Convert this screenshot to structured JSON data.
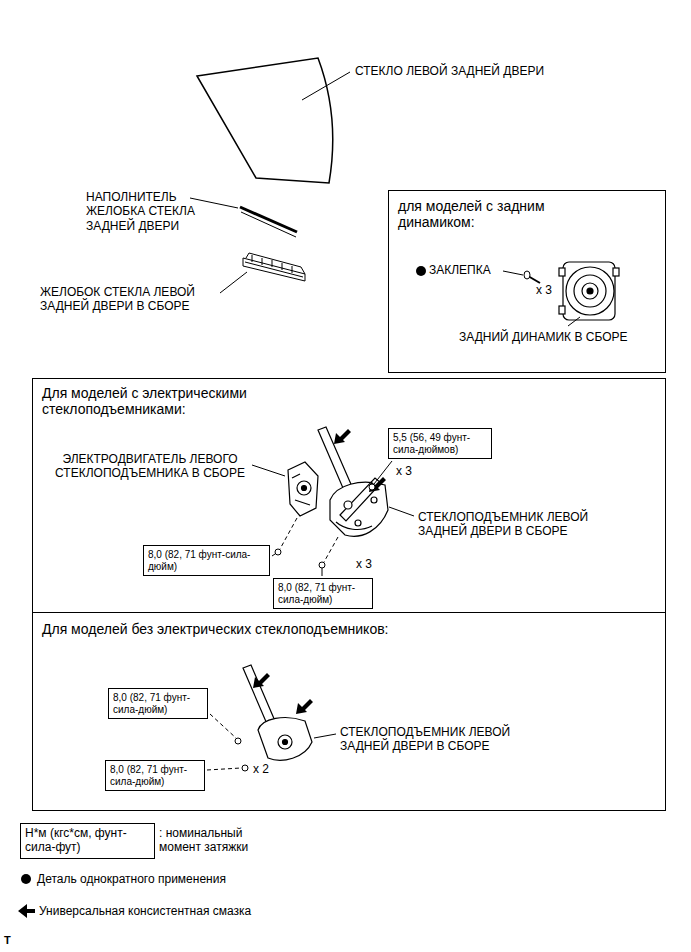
{
  "diagram": {
    "nodes": [
      {
        "text": [
          "для моделей с задним динамиком:"
        ]
      },
      {
        "text": [
          "Для моделей с электрическими стеклоподъемниками:"
        ]
      },
      {
        "text": [
          "5,5 (56, 49 фунт-сила-дюймов)"
        ],
        "in": 1
      },
      {
        "text": [
          "8,0 (82, 71 фунт-сила-дюйм)"
        ],
        "in": 1
      },
      {
        "text": [
          "8,0 (82, 71 фунт-сила-дюйм)"
        ],
        "in": 1
      },
      {
        "text": [
          "Для моделей без электрических стеклоподъемников:"
        ]
      },
      {
        "text": [
          "8,0 (82, 71 фунт-сила-дюйм)"
        ],
        "in": 5
      },
      {
        "text": [
          "8,0 (82, 71 фунт-сила-дюйм)"
        ],
        "in": 5
      },
      {
        "text": [
          "Н*м (кгс*см, фунт-сила-фут)"
        ]
      }
    ],
    "labels": [
      "СТЕКЛО ЛЕВОЙ ЗАДНЕЙ ДВЕРИ",
      "НАПОЛНИТЕЛЬ ЖЕЛОБКА СТЕКЛА ЗАДНЕЙ ДВЕРИ",
      "ЖЕЛОБОК СТЕКЛА ЛЕВОЙ ЗАДНЕЙ ДВЕРИ В СБОРЕ",
      "ЗАКЛЕПКА",
      "x 3",
      "ЗАДНИЙ ДИНАМИК В СБОРЕ",
      "ЭЛЕКТРОДВИГАТЕЛЬ ЛЕВОГО СТЕКЛОПОДЪЕМНИКА В СБОРЕ",
      "x 3",
      "СТЕКЛОПОДЪЕМНИК ЛЕВОЙ ЗАДНЕЙ ДВЕРИ В СБОРЕ",
      "x 3",
      "СТЕКЛОПОДЪЕМНИК ЛЕВОЙ ЗАДНЕЙ ДВЕРИ В СБОРЕ",
      "x 2",
      "T"
    ],
    "legend": [
      {
        "text": ": номинальный момент затяжки"
      },
      {
        "text": "Деталь однократного применения"
      },
      {
        "text": "Универсальная консистентная смазка"
      }
    ]
  }
}
